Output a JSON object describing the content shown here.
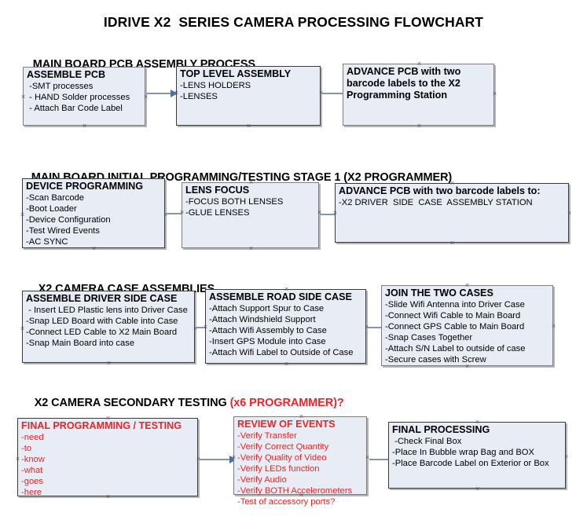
{
  "document": {
    "title": "IDRIVE X2  SERIES CAMERA PROCESSING FLOWCHART"
  },
  "colors": {
    "box_fill": "#e8edf5",
    "box_border": "#3a3a3a",
    "box_border_gray": "#7e7e7e",
    "arrow_shaft": "#8496b0",
    "arrow_head": "#4a6fa5",
    "accent_red": "#e8262a",
    "text_black": "#000000",
    "background": "#ffffff"
  },
  "sections": [
    {
      "id": "main-board-pcb-assembly",
      "heading": "MAIN BOARD PCB ASSEMBLY PROCESS",
      "heading_red": "",
      "boxes": [
        {
          "id": "assemble-pcb",
          "title": "ASSEMBLE PCB",
          "lines": [
            " -SMT processes",
            " - HAND Solder processes",
            " - Attach Bar Code Label"
          ]
        },
        {
          "id": "top-level-assembly",
          "title": "TOP LEVEL ASSEMBLY",
          "lines": [
            "-LENS HOLDERS",
            "-LENSES"
          ]
        },
        {
          "id": "advance-pcb-to-x2-programming-station",
          "title": "ADVANCE PCB with two barcode labels to the  X2 Programming Station",
          "lines": []
        }
      ]
    },
    {
      "id": "main-board-initial-programming",
      "heading": "MAIN BOARD INITIAL PROGRAMMING/TESTING STAGE 1 (X2 PROGRAMMER)",
      "heading_red": "",
      "boxes": [
        {
          "id": "device-programming",
          "title": "DEVICE PROGRAMMING",
          "lines": [
            "-Scan Barcode",
            "-Boot Loader",
            "-Device Configuration",
            "-Test Wired Events",
            "-AC SYNC"
          ]
        },
        {
          "id": "lens-focus",
          "title": "LENS FOCUS",
          "lines": [
            "-FOCUS BOTH LENSES",
            "-GLUE LENSES"
          ]
        },
        {
          "id": "advance-pcb-to-driver-side-case-station",
          "title": "ADVANCE PCB with two barcode labels to:",
          "lines": [
            "-X2 DRIVER  SIDE  CASE  ASSEMBLY STATION"
          ]
        }
      ]
    },
    {
      "id": "x2-camera-case-assemblies",
      "heading": "X2 CAMERA CASE ASSEMBLIES",
      "heading_red": "",
      "boxes": [
        {
          "id": "assemble-driver-side-case",
          "title": "ASSEMBLE DRIVER SIDE CASE",
          "lines": [
            " - Insert LED Plastic lens into Driver Case",
            "-Snap LED Board with Cable into Case",
            "-Connect LED Cable to X2 Main Board",
            "-Snap Main Board into case"
          ]
        },
        {
          "id": "assemble-road-side-case",
          "title": "ASSEMBLE ROAD SIDE CASE",
          "lines": [
            "-Attach Support Spur to Case",
            "-Attach Windshield Support",
            "-Attach Wifi Assembly to Case",
            "-Insert GPS Module into Case",
            "-Attach Wifi Label to Outside of Case"
          ]
        },
        {
          "id": "join-the-two-cases",
          "title": "JOIN THE TWO CASES",
          "lines": [
            "-Slide Wifi Antenna into Driver Case",
            "-Connect Wifi Cable to Main Board",
            "-Connect GPS Cable to Main Board",
            "-Snap Cases Together",
            "-Attach S/N Label to outside of case",
            "-Secure cases with Screw"
          ]
        }
      ]
    },
    {
      "id": "x2-camera-secondary-testing",
      "heading": "X2 CAMERA SECONDARY TESTING ",
      "heading_red": "(x6 PROGRAMMER)?",
      "boxes": [
        {
          "id": "final-programming-testing",
          "title": "FINAL PROGRAMMING / TESTING",
          "lines": [
            "-need",
            "-to",
            "-know",
            "-what",
            "-goes",
            "-here"
          ]
        },
        {
          "id": "review-of-events",
          "title": "REVIEW OF EVENTS",
          "lines": [
            "-Verify Transfer",
            "-Verify Correct Quantity",
            "-Verify Quality of Video",
            "-Verify LEDs function",
            "-Verify Audio",
            "-Verify BOTH Accelerometers"
          ],
          "overflow_line": "-Test of accessory ports?"
        },
        {
          "id": "final-processing",
          "title": "FINAL PROCESSING",
          "lines": [
            " -Check Final Box",
            "-Place In Bubble wrap Bag and BOX",
            "-Place Barcode Label on Exterior or Box"
          ]
        }
      ]
    }
  ]
}
